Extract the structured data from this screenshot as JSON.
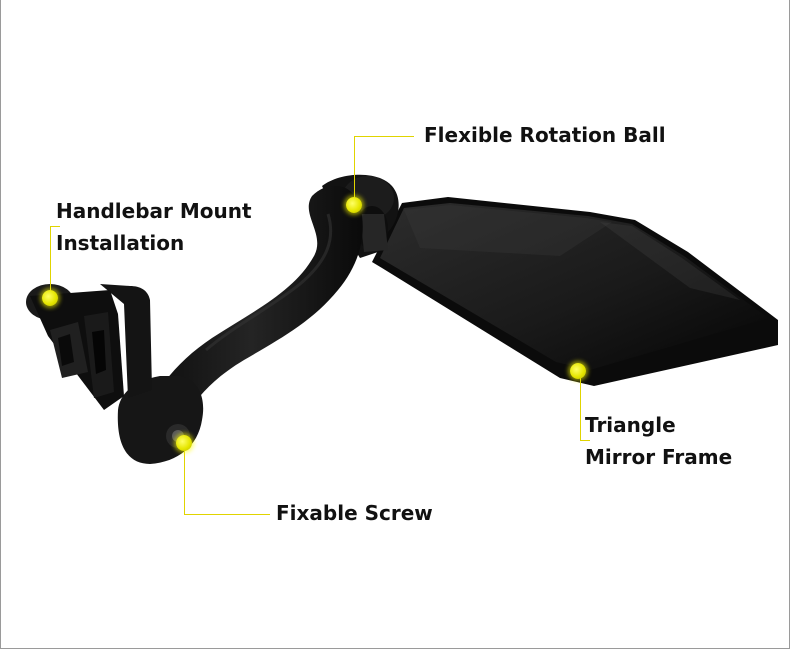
{
  "labels": {
    "rotation_ball": "Flexible Rotation Ball",
    "mount_line1": "Handlebar Mount",
    "mount_line2": "Installation",
    "mirror_line1": "Triangle",
    "mirror_line2": "Mirror Frame",
    "screw": "Fixable Screw"
  },
  "colors": {
    "callout": "#f2f200",
    "product": "#111111",
    "text": "#111111"
  }
}
